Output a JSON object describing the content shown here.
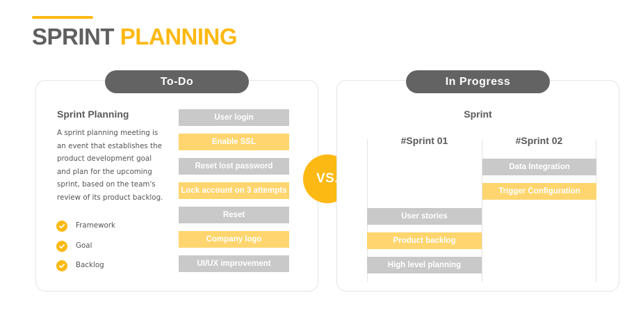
{
  "title": {
    "word1": "SPRINT",
    "word2": "PLANNING"
  },
  "colors": {
    "accent": "#FDB913",
    "accent_light": "#FED56E",
    "gray": "#C9C9C9",
    "dark": "#636363"
  },
  "todo": {
    "label": "To-Do",
    "heading": "Sprint Planning",
    "description": "A sprint planning meeting is an event that establishes the product development goal and plan for the upcoming sprint, based on the team's review of its product backlog.",
    "checklist": [
      "Framework",
      "Goal",
      "Backlog"
    ],
    "tasks": [
      {
        "label": "User login",
        "color": "gray"
      },
      {
        "label": "Enable SSL",
        "color": "yellow"
      },
      {
        "label": "Reset lost password",
        "color": "gray"
      },
      {
        "label": "Lock account on 3 attempts",
        "color": "yellow"
      },
      {
        "label": "Reset",
        "color": "gray"
      },
      {
        "label": "Company logo",
        "color": "yellow"
      },
      {
        "label": "UI/UX improvement",
        "color": "gray"
      }
    ]
  },
  "vs_label": "VS.",
  "in_progress": {
    "label": "In Progress",
    "heading": "Sprint",
    "sprints": [
      {
        "name": "#Sprint 01",
        "tasks": [
          {
            "label": "User stories",
            "color": "gray"
          },
          {
            "label": "Product backlog",
            "color": "yellow"
          },
          {
            "label": "High level planning",
            "color": "gray"
          }
        ]
      },
      {
        "name": "#Sprint 02",
        "tasks": [
          {
            "label": "Data Integration",
            "color": "gray"
          },
          {
            "label": "Trigger Configuration",
            "color": "yellow"
          }
        ]
      }
    ]
  }
}
